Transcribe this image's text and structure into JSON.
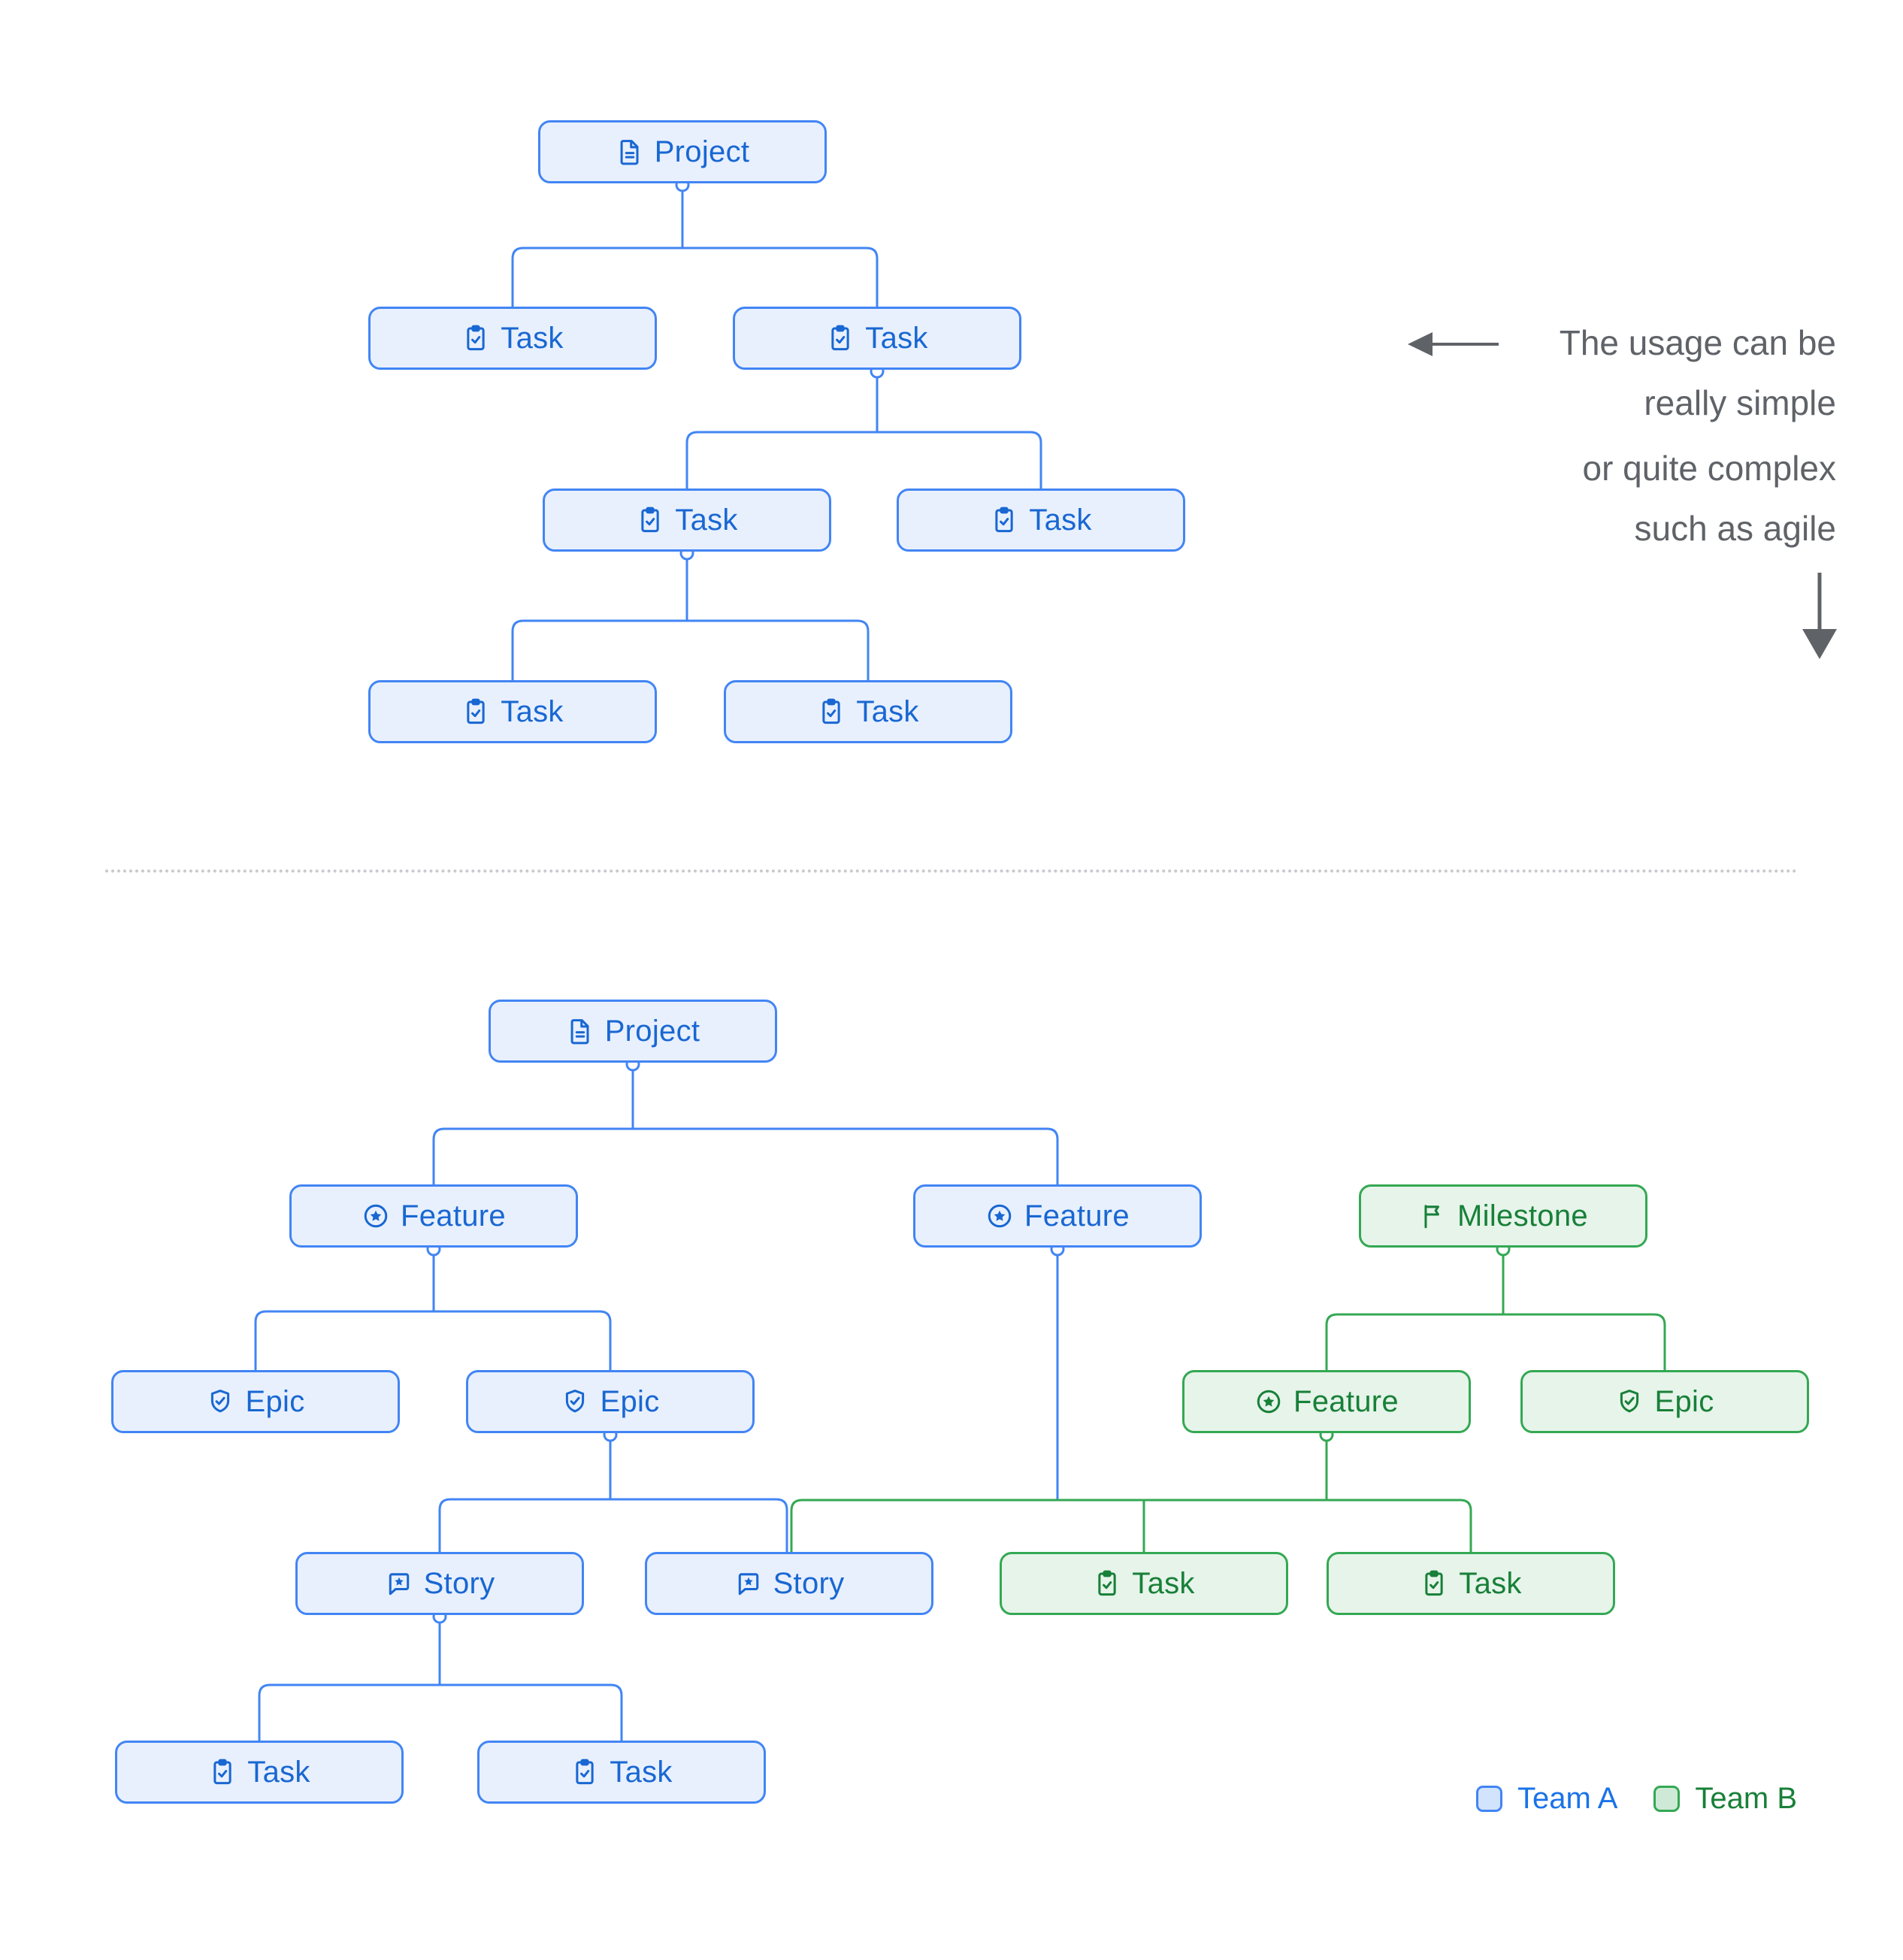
{
  "palette": {
    "team_a_border": "#4285F4",
    "team_a_fill": "#E8F0FE",
    "team_a_text": "#1967D2",
    "team_b_border": "#34A853",
    "team_b_fill": "#E6F4EA",
    "team_b_text": "#188038",
    "annotation_text": "#5F6368",
    "divider_dots": "#C9C9CE"
  },
  "top_tree": {
    "nodes": [
      {
        "id": "project",
        "label": "Project",
        "team": "A"
      },
      {
        "id": "task-1",
        "label": "Task",
        "team": "A"
      },
      {
        "id": "task-2",
        "label": "Task",
        "team": "A"
      },
      {
        "id": "task-3",
        "label": "Task",
        "team": "A"
      },
      {
        "id": "task-4",
        "label": "Task",
        "team": "A"
      },
      {
        "id": "task-5",
        "label": "Task",
        "team": "A"
      },
      {
        "id": "task-6",
        "label": "Task",
        "team": "A"
      }
    ]
  },
  "annotation": {
    "lines": [
      "The usage can be",
      "really simple",
      "or quite complex",
      "such as agile"
    ]
  },
  "bottom_tree": {
    "nodes": [
      {
        "id": "project",
        "label": "Project",
        "team": "A"
      },
      {
        "id": "feature-1",
        "label": "Feature",
        "team": "A"
      },
      {
        "id": "feature-2",
        "label": "Feature",
        "team": "A"
      },
      {
        "id": "milestone",
        "label": "Milestone",
        "team": "B"
      },
      {
        "id": "epic-1",
        "label": "Epic",
        "team": "A"
      },
      {
        "id": "epic-2",
        "label": "Epic",
        "team": "A"
      },
      {
        "id": "feature-3",
        "label": "Feature",
        "team": "B"
      },
      {
        "id": "epic-3",
        "label": "Epic",
        "team": "B"
      },
      {
        "id": "story-1",
        "label": "Story",
        "team": "A"
      },
      {
        "id": "story-2",
        "label": "Story",
        "team": "A"
      },
      {
        "id": "task-1",
        "label": "Task",
        "team": "B"
      },
      {
        "id": "task-2",
        "label": "Task",
        "team": "B"
      },
      {
        "id": "task-3",
        "label": "Task",
        "team": "A"
      },
      {
        "id": "task-4",
        "label": "Task",
        "team": "A"
      }
    ]
  },
  "legend": {
    "team_a": "Team A",
    "team_b": "Team B"
  }
}
